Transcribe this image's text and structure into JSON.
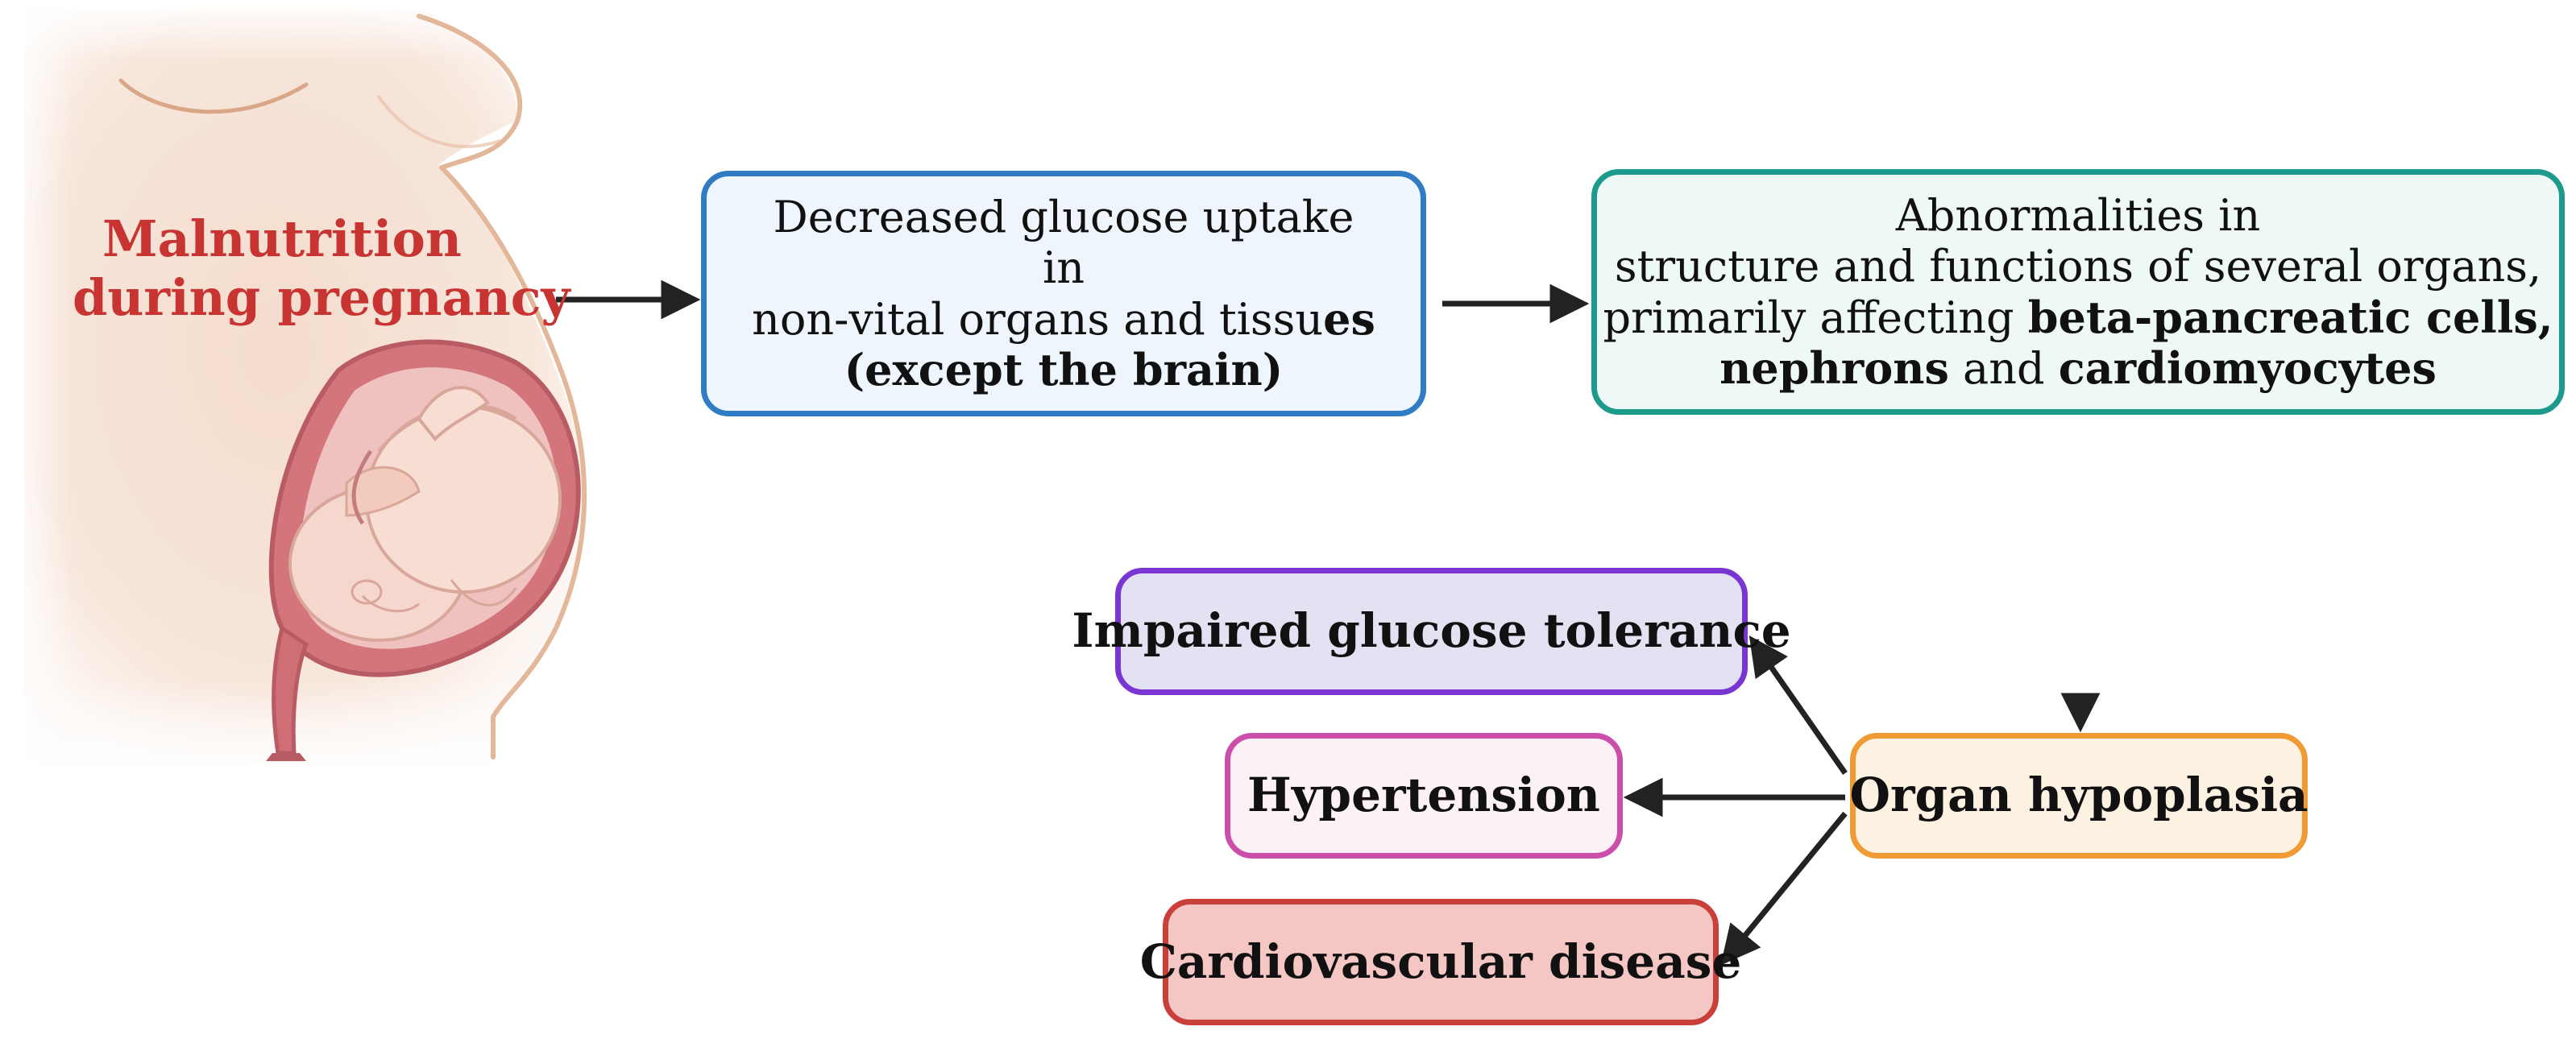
{
  "colors": {
    "malnutrition_text": "#c83432",
    "glucose_box_border": "#2f7cc4",
    "glucose_box_fill": "#eef5fc",
    "abnormalities_box_border": "#1c9a8c",
    "abnormalities_box_fill": "#eef8f6",
    "hypoplasia_box_border": "#ef9a33",
    "hypoplasia_box_fill": "#fdf1e2",
    "impaired_box_border": "#7b35d3",
    "impaired_box_fill": "#e3e2f3",
    "hypertension_box_border": "#cc4eab",
    "hypertension_box_fill": "#fdf1f8",
    "cardio_box_border": "#cb3f3b",
    "cardio_box_fill": "#f4c7c5",
    "arrow": "#222222"
  },
  "illustration": {
    "icon": "pregnant-woman-uterus-fetus-illustration"
  },
  "malnutrition": {
    "line1": "Malnutrition",
    "line2": "during pregnancy"
  },
  "glucose_box": {
    "line1": "Decreased glucose uptake",
    "line2": "in",
    "line3_normal": "non-vital organs and tissu",
    "line3_bold": "es",
    "line4": "(except the brain)"
  },
  "abnormalities_box": {
    "line1": "Abnormalities in",
    "line2": "structure and functions of several organs,",
    "line3_normal": "primarily affecting ",
    "line3_bold": "beta-pancreatic cells,",
    "line4_bold1": "nephrons",
    "line4_normal": " and ",
    "line4_bold2": "cardiomyocytes"
  },
  "hypoplasia_box": {
    "label": "Organ hypoplasia"
  },
  "outcomes": {
    "impaired": "Impaired glucose tolerance",
    "hypertension": "Hypertension",
    "cardiovascular": "Cardiovascular disease"
  }
}
